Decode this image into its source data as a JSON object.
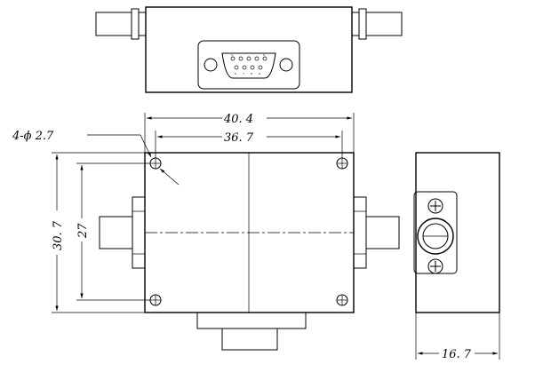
{
  "drawing": {
    "hole_callout": "4-ϕ 2.7",
    "dims": {
      "overall_width": "40. 4",
      "hole_spacing_x": "36. 7",
      "overall_height": "30. 7",
      "hole_spacing_y": "27",
      "side_depth": "16. 7"
    },
    "connector_pin_labels": [
      "1",
      "2",
      "3",
      "4",
      "5",
      "6",
      "7",
      "8",
      "9"
    ]
  }
}
